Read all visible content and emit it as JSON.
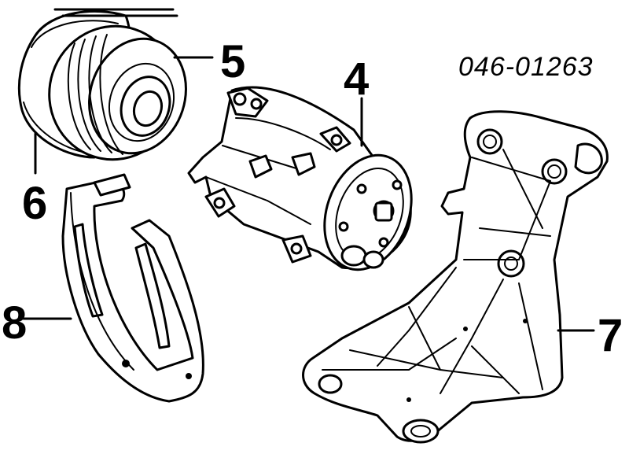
{
  "diagram": {
    "part_code": "046-01263",
    "callouts": [
      {
        "id": "4",
        "label": "4"
      },
      {
        "id": "5",
        "label": "5"
      },
      {
        "id": "6",
        "label": "6"
      },
      {
        "id": "7",
        "label": "7"
      },
      {
        "id": "8",
        "label": "8"
      }
    ]
  }
}
